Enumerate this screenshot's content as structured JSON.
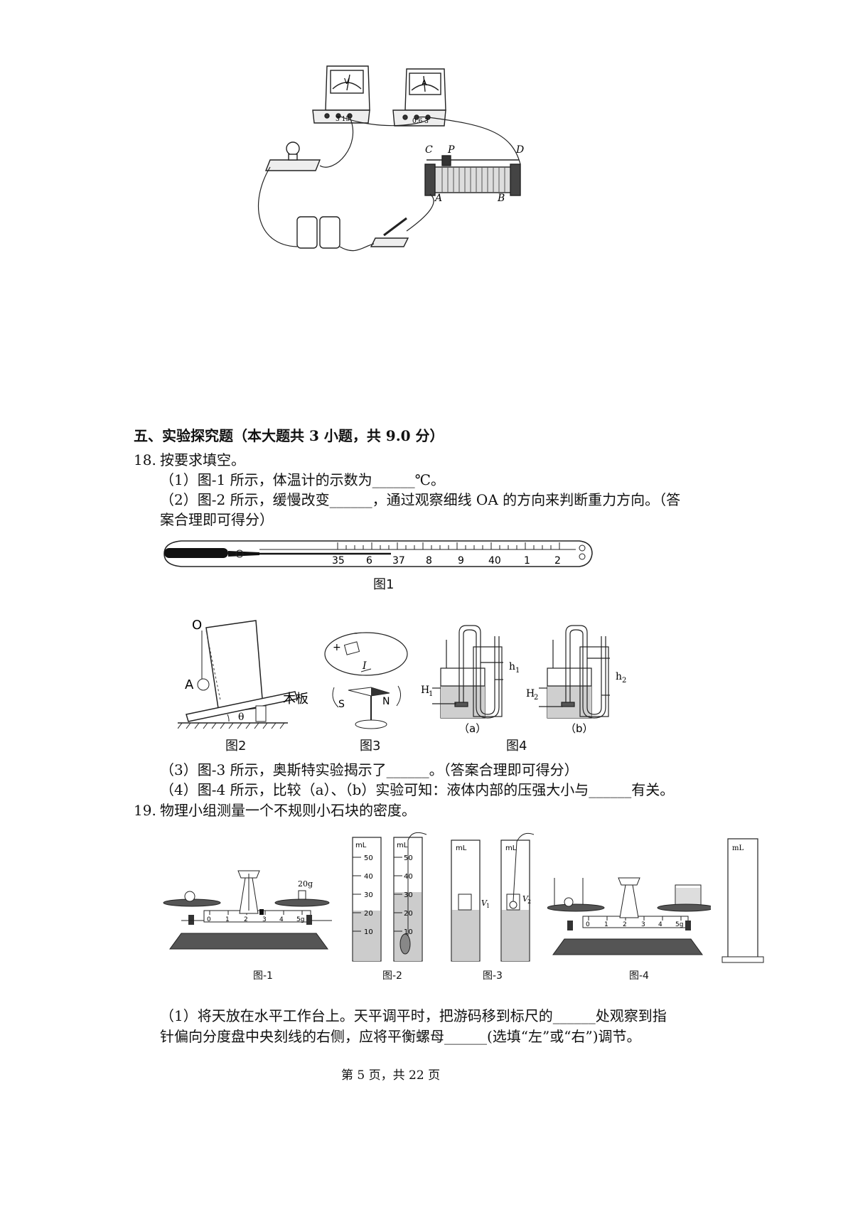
{
  "circuit": {
    "voltmeter_label": "V",
    "ammeter_label": "A",
    "voltmeter_terminals": "3 15",
    "ammeter_terminals": "0.6 3",
    "rheostat_labels": [
      "C",
      "P",
      "D",
      "A",
      "B"
    ]
  },
  "section": {
    "heading": "五、实验探究题（本大题共 3 小题，共 9.0 分）"
  },
  "q18": {
    "number": "18.",
    "stem": "按要求填空。",
    "part1": "（1）图-1 所示，体温计的示数为______℃。",
    "part2_line1": "（2）图-2 所示，缓慢改变______，通过观察细线 OA 的方向来判断重力方向。（答",
    "part2_line2": "案合理即可得分）",
    "thermometer_ticks": [
      "35",
      "6",
      "37",
      "8",
      "9",
      "40",
      "1",
      "2"
    ],
    "fig1_caption": "图1",
    "fig2_labels": {
      "o": "O",
      "a": "A",
      "theta": "θ",
      "board": "木板"
    },
    "fig2_caption": "图2",
    "fig3_labels": {
      "plus": "+",
      "minus": "-",
      "current": "I",
      "s": "S",
      "n": "N"
    },
    "fig3_caption": "图3",
    "fig4_labels": {
      "h1": "h",
      "h1_sub": "1",
      "H1": "H",
      "H1_sub": "1",
      "h2": "h",
      "h2_sub": "2",
      "H2": "H",
      "H2_sub": "2",
      "a": "（a）",
      "b": "（b）"
    },
    "fig4_caption": "图4",
    "part3": "（3）图-3 所示，奥斯特实验揭示了______。（答案合理即可得分）",
    "part4": "（4）图-4 所示，比较（a）、（b）实验可知：液体内部的压强大小与______有关。"
  },
  "q19": {
    "number": "19.",
    "stem": "物理小组测量一个不规则小石块的密度。",
    "fig_captions": [
      "图-1",
      "图-2",
      "图-3",
      "图-4"
    ],
    "weight_label": "20g",
    "scale_numbers": [
      "0",
      "1",
      "2",
      "3",
      "4",
      "5g"
    ],
    "cylinder_unit": "mL",
    "cylinder_ticks": [
      "50",
      "40",
      "30",
      "20",
      "10"
    ],
    "v1": "V",
    "v1_sub": "1",
    "v2": "V",
    "v2_sub": "2",
    "part1_line1": "（1）将天放在水平工作台上。天平调平时，把游码移到标尺的______处观察到指",
    "part1_line2": "针偏向分度盘中央刻线的右侧，应将平衡螺母______(选填“左”或“右”)调节。"
  },
  "footer": {
    "page": "第 5 页，共 22 页"
  }
}
